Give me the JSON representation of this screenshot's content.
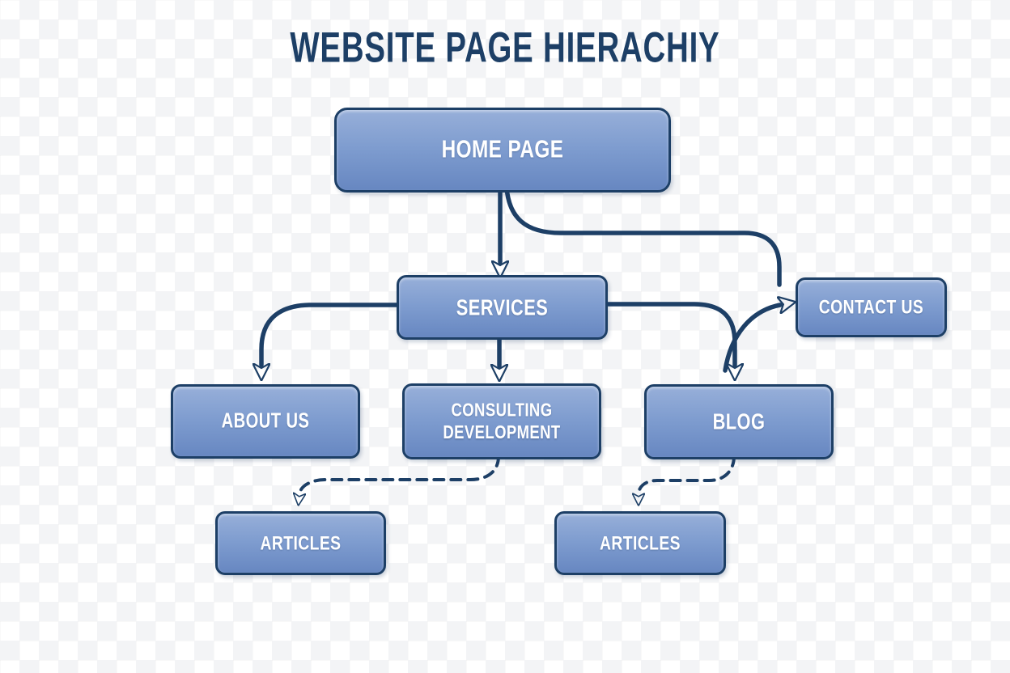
{
  "title": "WEBSITE PAGE HIERACHIY",
  "colors": {
    "navy": "#1d3f66",
    "box_gradient_top": "#97afd9",
    "box_gradient_bottom": "#6787c1",
    "box_text": "#ffffff",
    "background_checker_light": "#ffffff",
    "background_checker_dark": "#f3f4f6"
  },
  "nodes": [
    {
      "id": "home",
      "label": "HOME PAGE"
    },
    {
      "id": "services",
      "label": "SERVICES"
    },
    {
      "id": "contact",
      "label": "CONTACT US"
    },
    {
      "id": "about",
      "label": "ABOUT US"
    },
    {
      "id": "consulting",
      "label": "CONSULTING DEVELOPMENT"
    },
    {
      "id": "blog",
      "label": "BLOG"
    },
    {
      "id": "articles_left",
      "label": "ARTICLES"
    },
    {
      "id": "articles_right",
      "label": "ARTICLES"
    }
  ],
  "edges": [
    {
      "from": "home",
      "to": "services",
      "style": "solid"
    },
    {
      "from": "home",
      "to": "contact",
      "style": "solid"
    },
    {
      "from": "services",
      "to": "about",
      "style": "solid"
    },
    {
      "from": "services",
      "to": "consulting",
      "style": "solid"
    },
    {
      "from": "services",
      "to": "blog",
      "style": "solid"
    },
    {
      "from": "services",
      "to": "contact",
      "style": "solid"
    },
    {
      "from": "consulting",
      "to": "articles_left",
      "style": "dashed"
    },
    {
      "from": "blog",
      "to": "articles_right",
      "style": "dashed"
    }
  ]
}
